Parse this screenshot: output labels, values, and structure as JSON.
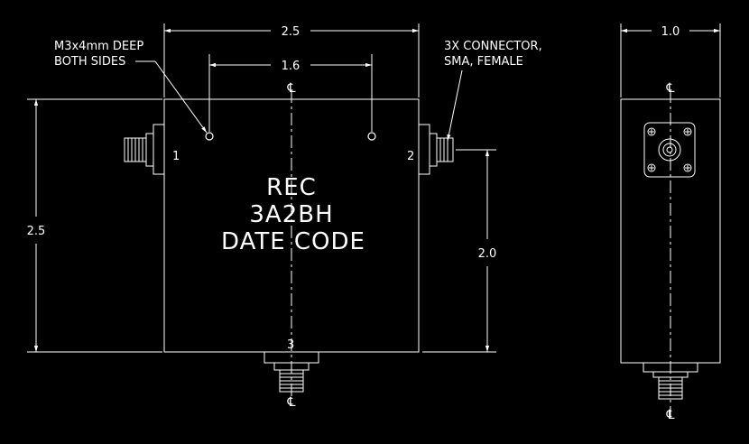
{
  "drawing": {
    "colors": {
      "background": "#000000",
      "line": "#ffffff",
      "hole": "#ffffff"
    },
    "dimensions": {
      "top_width": "2.5",
      "hole_spacing": "1.6",
      "left_height": "2.5",
      "right_height": "2.0",
      "side_width": "1.0"
    },
    "notes": {
      "holes_line1": "M3x4mm DEEP",
      "holes_line2": "BOTH SIDES",
      "connector_line1": "3X CONNECTOR,",
      "connector_line2": "SMA, FEMALE"
    },
    "label": {
      "line1": "REC",
      "line2": "3A2BH",
      "line3": "DATE CODE"
    },
    "ports": {
      "p1": "1",
      "p2": "2",
      "p3": "3"
    },
    "centerline_symbol": "℄"
  }
}
